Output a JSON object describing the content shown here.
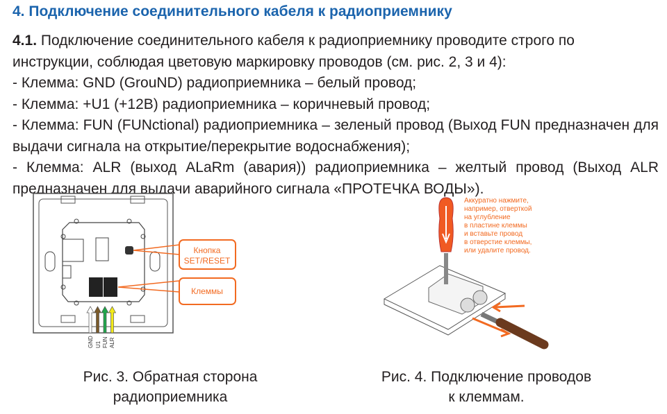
{
  "heading": "4. Подключение соединительного кабеля к радиоприемнику",
  "para": {
    "num": "4.1.",
    "intro": " Подключение соединительного кабеля к радиоприемнику проводите строго по инструкции, соблюдая цветовую маркировку проводов (см. рис. 2, 3 и 4):",
    "items": [
      "- Клемма: GND (GrouND) радиоприемника – белый провод;",
      "- Клемма: +U1 (+12В) радиоприемника – коричневый провод;",
      "- Клемма: FUN (FUNctional) радиоприемника – зеленый провод (Выход FUN предназначен для выдачи сигнала на открытие/перекрытие водоснабжения);",
      "- Клемма: ALR (выход ALaRm (авария)) радиоприемника – желтый провод (Выход ALR предназначен для выдачи аварийного сигнала «ПРОТЕЧКА ВОДЫ»)."
    ]
  },
  "fig3": {
    "callout_button": [
      "Кнопка",
      "SET/RESET"
    ],
    "callout_terminals": "Клеммы",
    "wires": [
      "GND",
      "U1",
      "FUN",
      "ALR"
    ],
    "wire_colors": [
      "#ffffff",
      "#7a5a2a",
      "#1ea64a",
      "#f2ea1a"
    ],
    "caption": [
      "Рис. 3. Обратная сторона",
      "радиоприемника"
    ]
  },
  "fig4": {
    "note": [
      "Аккуратно нажмите,",
      "например, отверткой",
      "на углубление",
      "в пластине клеммы",
      "и вставьте провод",
      "в отверстие клеммы,",
      "или удалите провод."
    ],
    "caption": [
      "Рис. 4. Подключение проводов",
      "к клеммам."
    ]
  },
  "accent": "#f26a21"
}
